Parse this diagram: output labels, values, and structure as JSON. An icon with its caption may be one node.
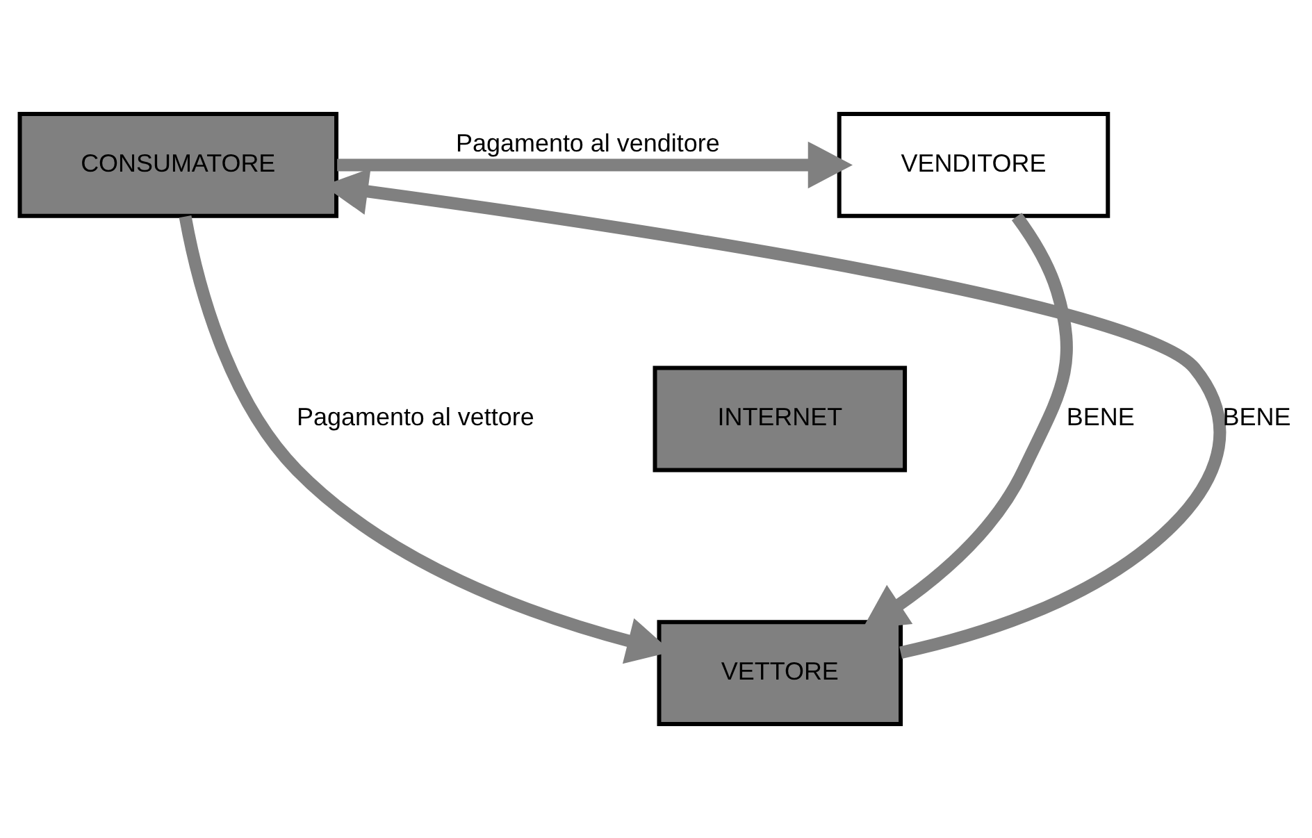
{
  "diagram": {
    "nodes": [
      {
        "text": [
          "VENDITORE"
        ]
      },
      {
        "text": [
          "CONSUMATORE"
        ]
      },
      {
        "text": [
          "INTERNET"
        ]
      },
      {
        "text": [
          "VETTORE"
        ]
      }
    ],
    "edges": [
      {
        "from": 1,
        "to": 0,
        "arrow": "to",
        "label": "Pagamento al venditore"
      },
      {
        "from": 1,
        "to": 3,
        "arrow": "to",
        "label": "Pagamento al vettore"
      },
      {
        "from": 0,
        "to": 3,
        "arrow": "to",
        "label": "BENE"
      },
      {
        "from": 3,
        "to": 1,
        "arrow": "to",
        "label": "BENE"
      }
    ]
  }
}
